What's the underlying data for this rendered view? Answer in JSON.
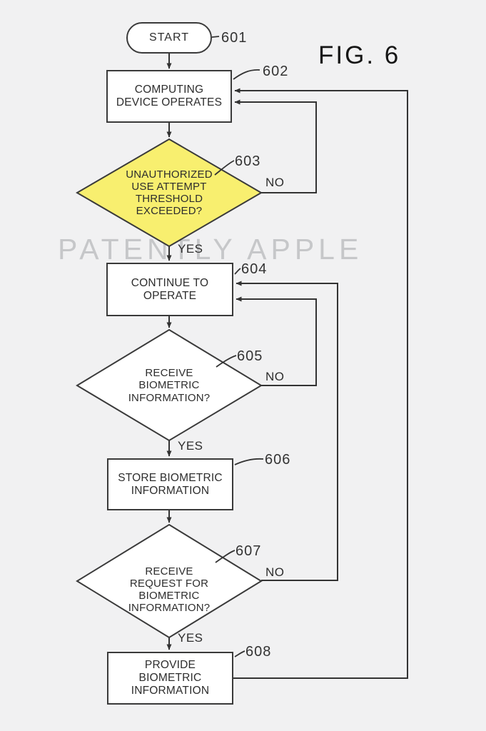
{
  "figure": {
    "label": "FIG. 6"
  },
  "watermark": "PATENTLY APPLE",
  "flow": {
    "start": {
      "label": "START",
      "ref": "601"
    },
    "operate": {
      "label": "COMPUTING\nDEVICE OPERATES",
      "ref": "602"
    },
    "threshold": {
      "label": "UNAUTHORIZED\nUSE ATTEMPT\nTHRESHOLD\nEXCEEDED?",
      "ref": "603",
      "yes": "YES",
      "no": "NO"
    },
    "continue": {
      "label": "CONTINUE TO\nOPERATE",
      "ref": "604"
    },
    "receive_bio": {
      "label": "RECEIVE\nBIOMETRIC\nINFORMATION?",
      "ref": "605",
      "yes": "YES",
      "no": "NO"
    },
    "store_bio": {
      "label": "STORE BIOMETRIC\nINFORMATION",
      "ref": "606"
    },
    "receive_request": {
      "label": "RECEIVE\nREQUEST FOR\nBIOMETRIC\nINFORMATION?",
      "ref": "607",
      "yes": "YES",
      "no": "NO"
    },
    "provide_bio": {
      "label": "PROVIDE\nBIOMETRIC\nINFORMATION",
      "ref": "608"
    }
  },
  "colors": {
    "highlight_fill": "#f8ef6f",
    "line": "#333333",
    "background": "#f1f1f2",
    "watermark": "#c6c7c9",
    "node_fill": "#ffffff"
  }
}
